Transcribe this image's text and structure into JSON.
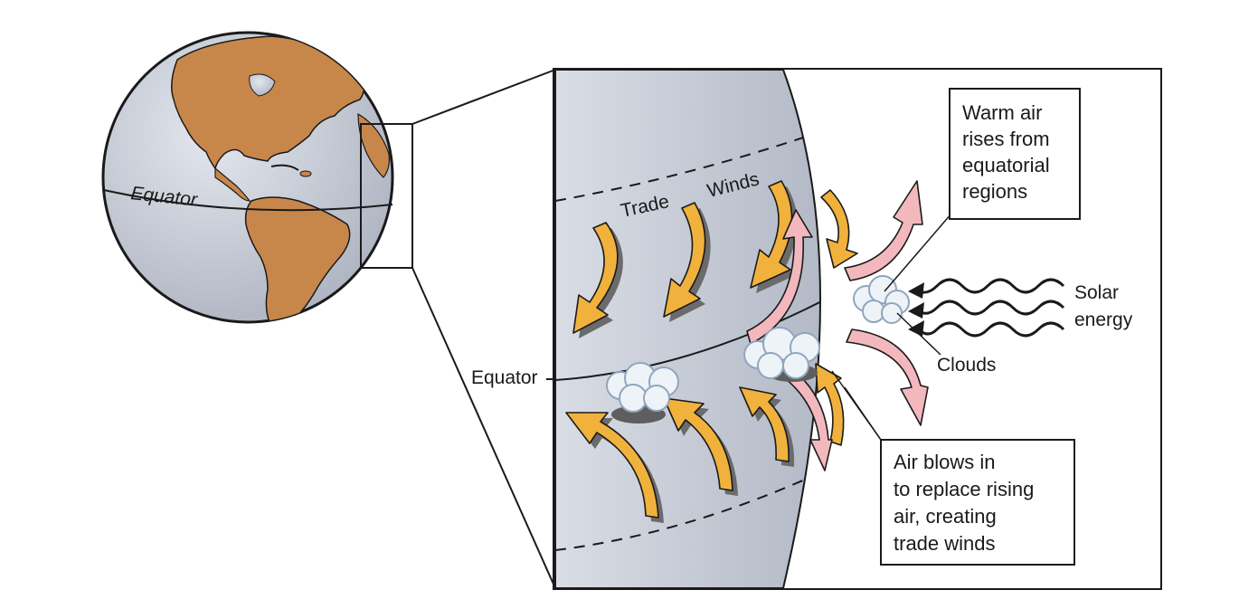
{
  "globe": {
    "equator_label": "Equator"
  },
  "zoom": {
    "equator_label": "Equator",
    "trade_label": "Trade",
    "winds_label": "Winds",
    "clouds_label": "Clouds",
    "solar_label": {
      "line1": "Solar",
      "line2": "energy"
    },
    "warm_air_box": {
      "line1": "Warm air",
      "line2": "rises from",
      "line3": "equatorial",
      "line4": "regions"
    },
    "air_blows_box": {
      "line1": "Air blows in",
      "line2": "to replace rising",
      "line3": "air, creating",
      "line4": "trade winds"
    }
  },
  "colors": {
    "globe_fill": "#c9ced8",
    "land": "#c8874a",
    "trade_arrow": "#f0b23c",
    "rising_arrow": "#f3b8bd",
    "outline": "#1a1a1a"
  }
}
